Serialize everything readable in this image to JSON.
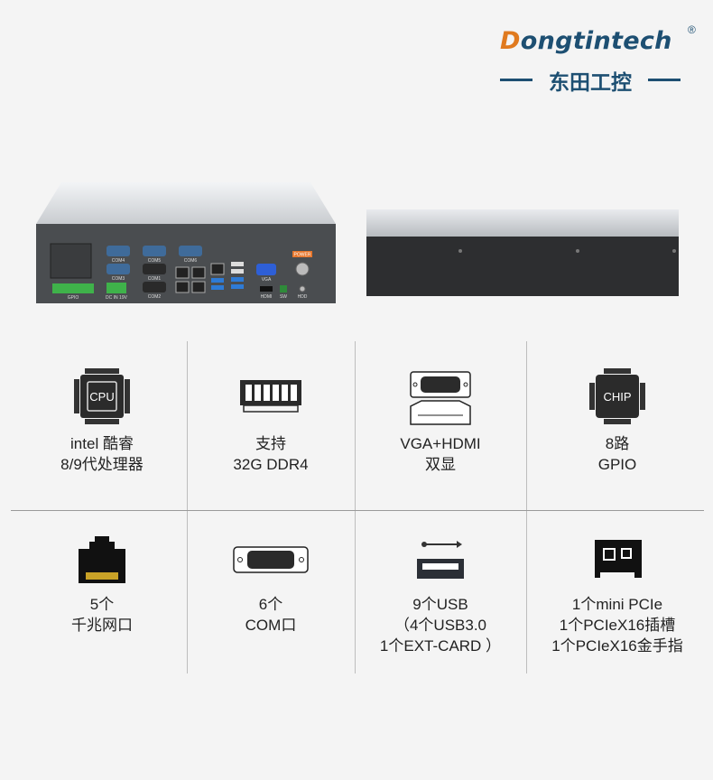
{
  "brand": {
    "logo_text": "Dongtintech",
    "registered": "®",
    "chinese_name": "东田工控"
  },
  "colors": {
    "brand_blue": "#1d4f72",
    "brand_orange": "#e07a1f",
    "icon_dark": "#2b2b2b"
  },
  "product": {
    "rear_labels": [
      "COM4",
      "COM5",
      "COM6",
      "COM3",
      "COM1",
      "COM2",
      "GPIO",
      "DC IN 19V",
      "VGA",
      "HDMI",
      "SW",
      "POWER",
      "HDD"
    ]
  },
  "features": [
    {
      "icon": "cpu-icon",
      "icon_text": "CPU",
      "lines": [
        "intel 酷睿",
        "8/9代处理器"
      ]
    },
    {
      "icon": "memory-icon",
      "lines": [
        "支持",
        "32G DDR4"
      ]
    },
    {
      "icon": "vga-hdmi-icon",
      "lines": [
        "VGA+HDMI",
        "双显"
      ]
    },
    {
      "icon": "chip-icon",
      "icon_text": "CHIP",
      "lines": [
        "8路",
        "GPIO"
      ]
    },
    {
      "icon": "ethernet-icon",
      "lines": [
        "5个",
        "千兆网口"
      ]
    },
    {
      "icon": "serial-port-icon",
      "lines": [
        "6个",
        "COM口"
      ]
    },
    {
      "icon": "usb-icon",
      "lines": [
        "9个USB",
        "（4个USB3.0",
        "1个EXT-CARD ）"
      ]
    },
    {
      "icon": "pcie-card-icon",
      "lines": [
        "1个mini PCIe",
        "1个PCIeX16插槽",
        "1个PCIeX16金手指"
      ]
    }
  ]
}
